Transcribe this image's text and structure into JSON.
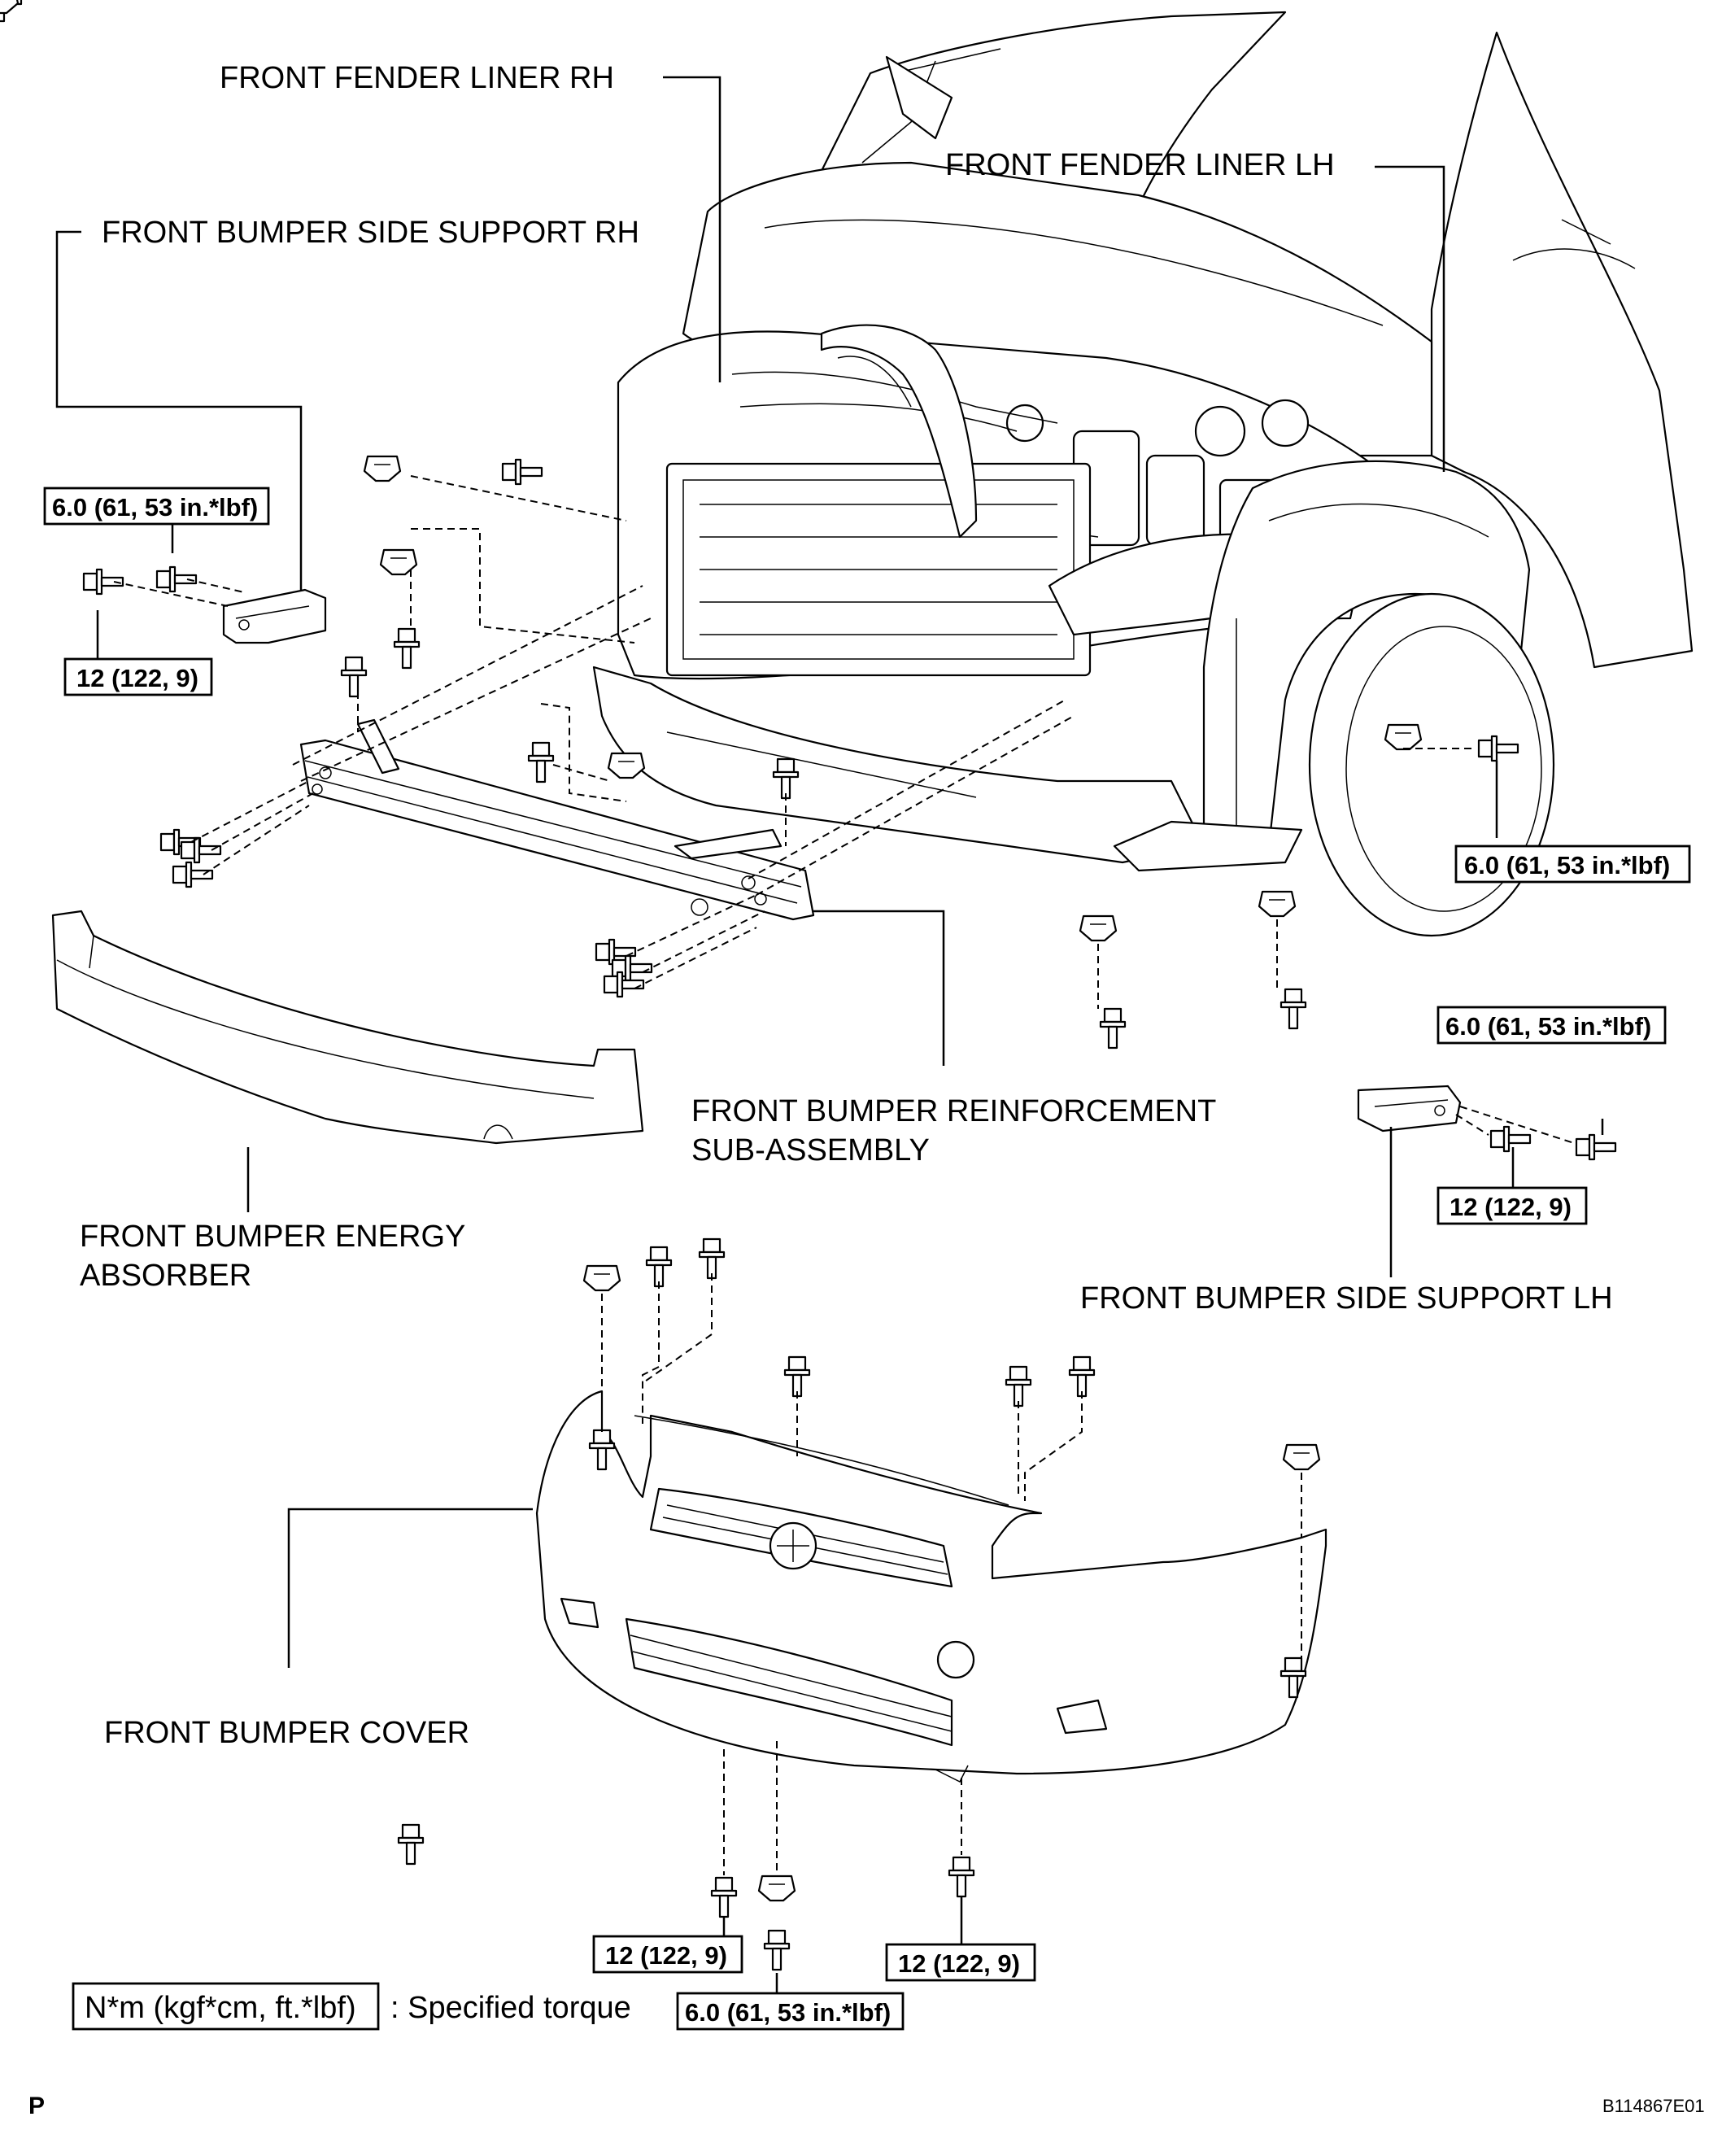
{
  "labels": {
    "fender_liner_rh": "FRONT FENDER LINER RH",
    "fender_liner_lh": "FRONT FENDER LINER LH",
    "side_support_rh": "FRONT BUMPER SIDE SUPPORT RH",
    "reinforcement_line1": "FRONT BUMPER REINFORCEMENT",
    "reinforcement_line2": "SUB-ASSEMBLY",
    "energy_absorber_line1": "FRONT BUMPER ENERGY",
    "energy_absorber_line2": "ABSORBER",
    "side_support_lh": "FRONT BUMPER SIDE SUPPORT LH",
    "bumper_cover": "FRONT BUMPER COVER"
  },
  "torques": {
    "rh_support_upper": "6.0 (61, 53 in.*lbf)",
    "rh_support_lower": "12 (122, 9)",
    "lh_liner": "6.0 (61, 53 in.*lbf)",
    "lh_support_upper": "6.0 (61, 53 in.*lbf)",
    "lh_support_lower": "12 (122, 9)",
    "cover_left": "12 (122, 9)",
    "cover_center": "6.0 (61, 53 in.*lbf)",
    "cover_right": "12 (122, 9)"
  },
  "legend": {
    "unit": "N*m (kgf*cm, ft.*lbf)",
    "text": ": Specified torque"
  },
  "footer": {
    "page_mark": "P",
    "figure_code": "B114867E01"
  }
}
